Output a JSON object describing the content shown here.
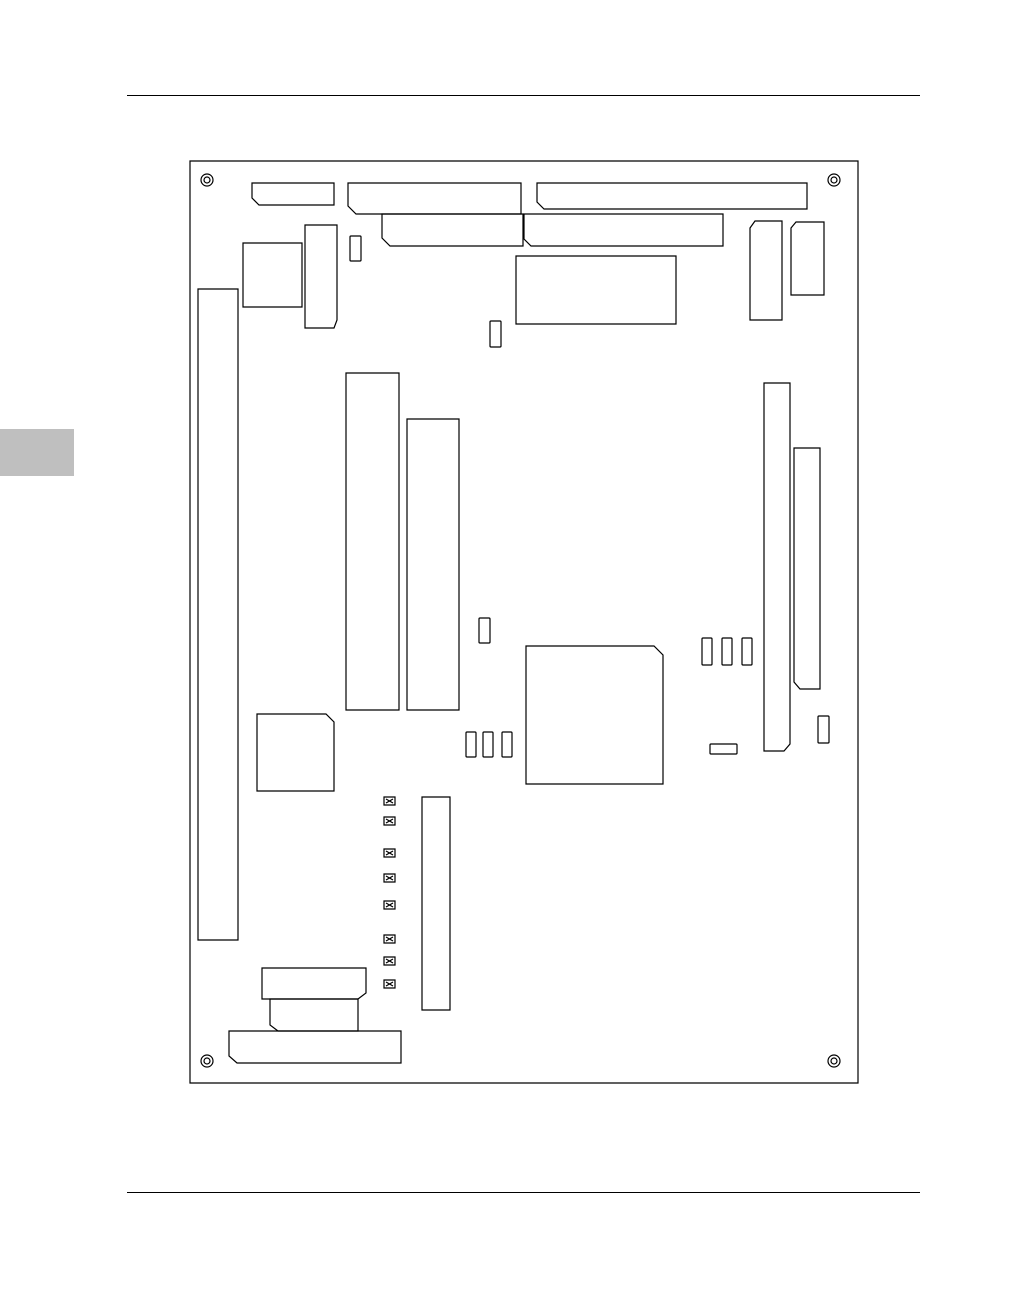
{
  "page": {
    "header_rule": true,
    "footer_rule": true,
    "chapter_tab_color": "#bfbfbf"
  },
  "figure": {
    "type": "circuit-board-component-layout",
    "labels_shown": false,
    "stroke_color": "#000000",
    "mounting_holes": 4,
    "jumper_headers": 8,
    "small_parts": 12
  }
}
